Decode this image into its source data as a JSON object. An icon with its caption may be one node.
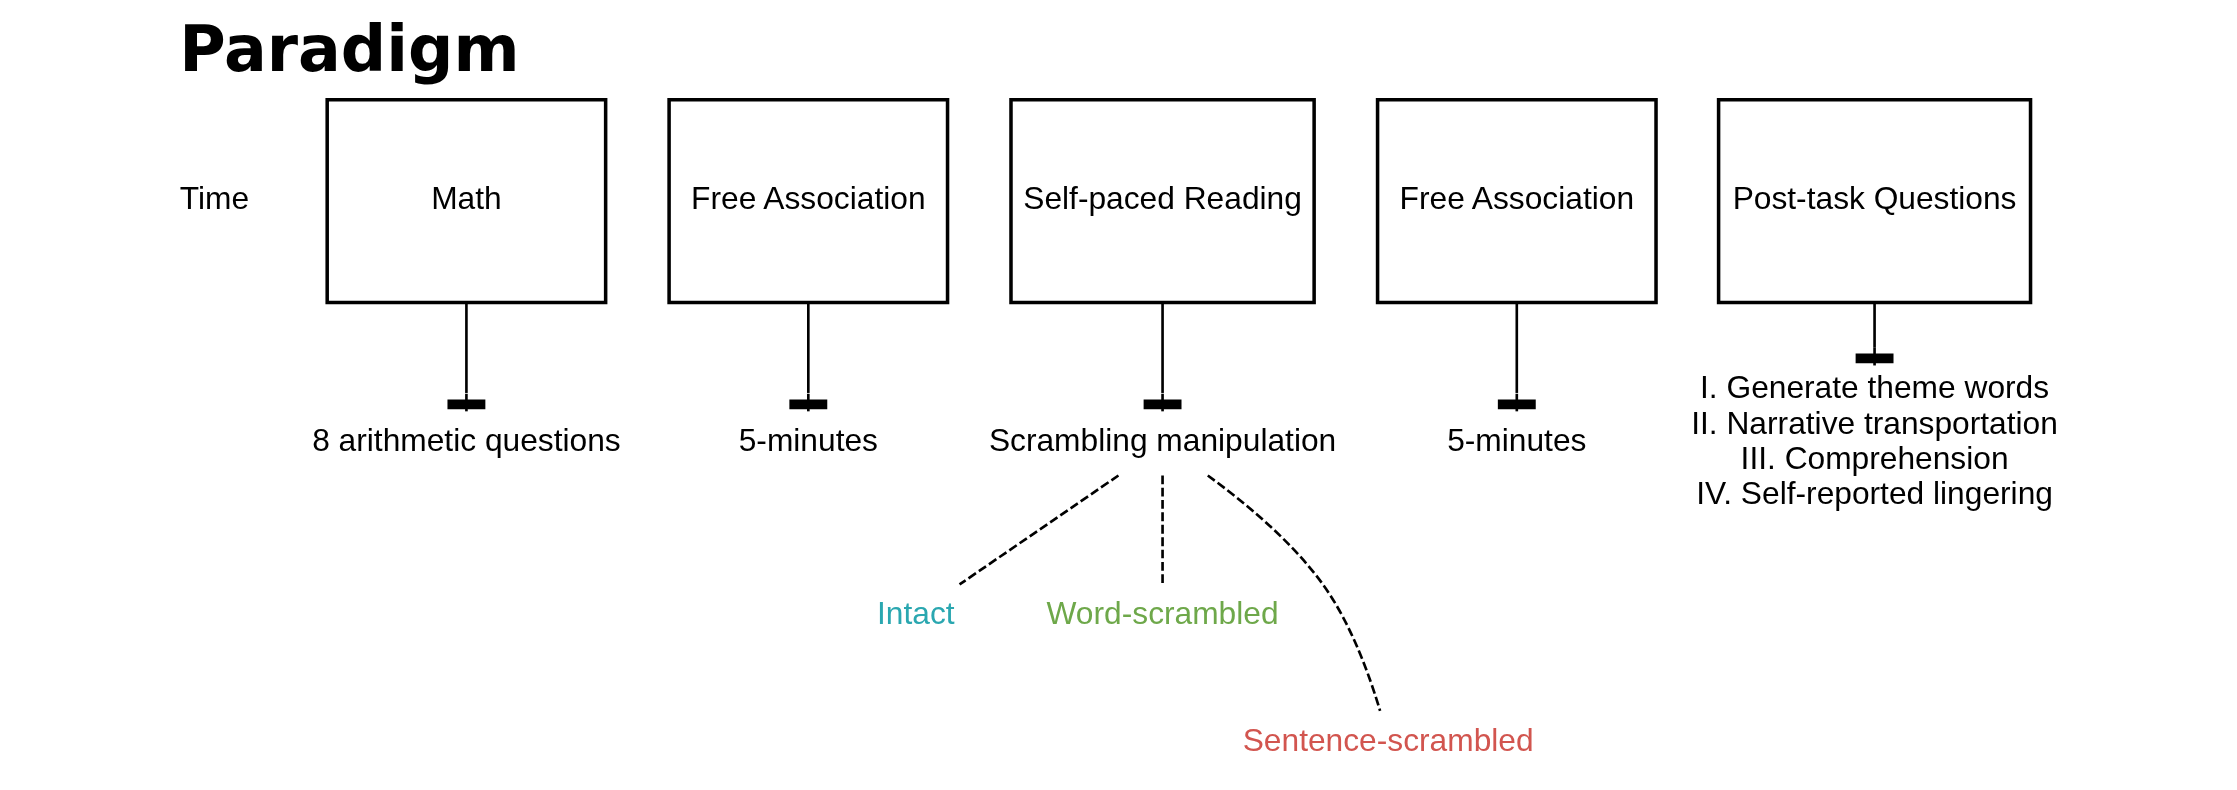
{
  "diagram": {
    "title": "Paradigm",
    "nodes": [
      {
        "text": [
          "Math"
        ]
      },
      {
        "text": [
          "Free Association"
        ]
      },
      {
        "text": [
          "Self-paced Reading"
        ]
      },
      {
        "text": [
          "Free Association"
        ]
      },
      {
        "text": [
          "Post-task Questions"
        ]
      },
      {
        "text": [
          "8 arithmetic questions"
        ]
      },
      {
        "text": [
          "5-minutes"
        ]
      },
      {
        "text": [
          "Scrambling manipulation"
        ]
      },
      {
        "text": [
          "5-minutes"
        ]
      },
      {
        "text": [
          "I. Generate theme words",
          "II. Narrative transportation",
          "III. Comprehension",
          "IV. Self-reported lingering"
        ]
      },
      {
        "text": [
          "Intact"
        ]
      },
      {
        "text": [
          "Word-scrambled"
        ]
      },
      {
        "text": [
          "Sentence-scrambled"
        ]
      }
    ],
    "edges": [
      {
        "from": 0,
        "to": 5,
        "arrow": "other"
      },
      {
        "from": 1,
        "to": 6,
        "arrow": "other"
      },
      {
        "from": 2,
        "to": 7,
        "arrow": "other"
      },
      {
        "from": 3,
        "to": 8,
        "arrow": "other"
      },
      {
        "from": 4,
        "to": 9,
        "arrow": "other"
      },
      {
        "from": 7,
        "to": 10,
        "arrow": "none",
        "style": "dashed"
      },
      {
        "from": 7,
        "to": 12,
        "arrow": "none",
        "style": "dashed"
      },
      {
        "from": 7,
        "to": 11,
        "arrow": "none",
        "style": "dashed"
      }
    ],
    "labels": [
      "Time"
    ]
  }
}
